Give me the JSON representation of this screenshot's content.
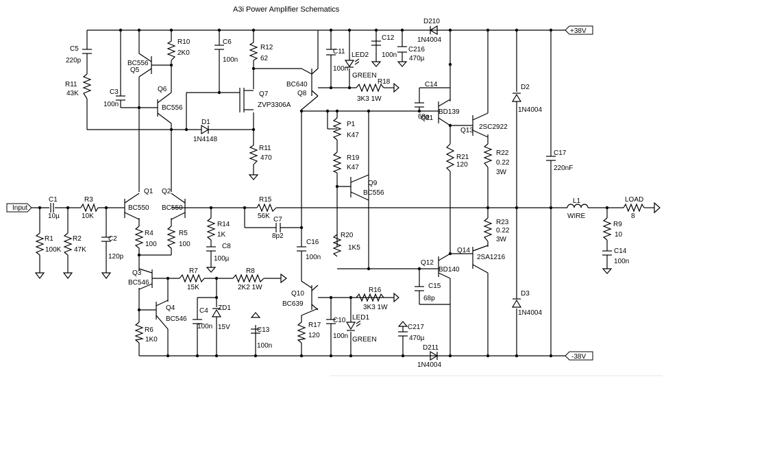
{
  "title": "A3i Power Amplifier Schematics",
  "ports": {
    "input": "Input",
    "vpos": "+38V",
    "vneg": "-38V"
  },
  "labels": {
    "c5": "C5",
    "c5v": "220p",
    "r11a": "R11",
    "r11av": "43K",
    "c3": "C3",
    "c3v": "100n",
    "q5": "Q5",
    "q5t": "BC556",
    "r10": "R10",
    "r10v": "2K0",
    "q6": "Q6",
    "q6t": "BC556",
    "c6": "C6",
    "c6v": "100n",
    "r12": "R12",
    "r12v": "62",
    "q7": "Q7",
    "q7t": "ZVP3306A",
    "d1": "D1",
    "d1t": "1N4148",
    "r11b": "R11",
    "r11bv": "470",
    "q8": "Q8",
    "q8t": "BC640",
    "c11": "C11",
    "c11v": "100n",
    "led2": "LED2",
    "led2c": "GREEN",
    "c12": "C12",
    "c12v": "100n",
    "c216": "C216",
    "c216v": "470µ",
    "d210": "D210",
    "d210t": "1N4004",
    "r18": "R18",
    "r18v": "3K3 1W",
    "c14a": "C14",
    "c14av": "68p",
    "q11": "Q11",
    "q11t": "BD139",
    "p1": "P1",
    "p1v": "K47",
    "r19": "R19",
    "r19v": "K47",
    "q9": "Q9",
    "q9t": "BC556",
    "q13": "Q13",
    "q13t": "2SC2922",
    "r21": "R21",
    "r21v": "120",
    "r22": "R22",
    "r22v": "0.22",
    "r22p": "3W",
    "d2": "D2",
    "d2t": "1N4004",
    "c17": "C17",
    "c17v": "220nF",
    "c1": "C1",
    "c1v": "10µ",
    "r3": "R3",
    "r3v": "10K",
    "q1": "Q1",
    "q1t": "BC550",
    "q2": "Q2",
    "q2t": "BC550",
    "r15": "R15",
    "r15v": "56K",
    "c7": "C7",
    "c7v": "8p2",
    "l1": "L1",
    "l1v": "WIRE",
    "load": "LOAD",
    "loadv": "8",
    "r1": "R1",
    "r1v": "100K",
    "r2": "R2",
    "r2v": "47K",
    "c2": "C2",
    "c2v": "120p",
    "r4": "R4",
    "r4v": "100",
    "r5": "R5",
    "r5v": "100",
    "r14": "R14",
    "r14v": "1K",
    "c8": "C8",
    "c8v": "100µ",
    "c16": "C16",
    "c16v": "100n",
    "r20": "R20",
    "r20v": "1K5",
    "r23": "R23",
    "r23v": "0.22",
    "r23p": "3W",
    "r9": "R9",
    "r9v": "10",
    "c14b": "C14",
    "c14bv": "100n",
    "q3": "Q3",
    "q3t": "BC546",
    "r7": "R7",
    "r7v": "15K",
    "r8": "R8",
    "r8v": "2K2 1W",
    "q12": "Q12",
    "q12t": "BD140",
    "q14": "Q14",
    "q14t": "2SA1216",
    "c15": "C15",
    "c15v": "68p",
    "q10": "Q10",
    "q10t": "BC639",
    "r16": "R16",
    "r16v": "3K3 1W",
    "d3": "D3",
    "d3t": "1N4004",
    "q4": "Q4",
    "q4t": "BC546",
    "c4": "C4",
    "c4v": "100n",
    "zd1": "ZD1",
    "zd1v": "15V",
    "c13": "C13",
    "c13v": "100n",
    "r6": "R6",
    "r6v": "1K0",
    "r17": "R17",
    "r17v": "120",
    "c10": "C10",
    "c10v": "100n",
    "led1": "LED1",
    "led1c": "GREEN",
    "c217": "C217",
    "c217v": "470µ",
    "d211": "D211",
    "d211t": "1N4004"
  }
}
